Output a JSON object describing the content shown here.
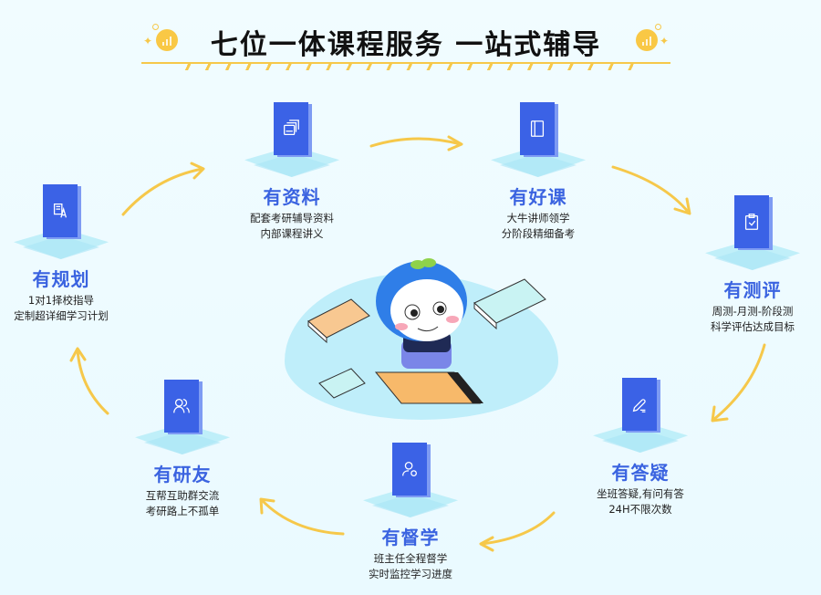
{
  "header": {
    "title": "七位一体课程服务 一站式辅导",
    "accent_color": "#f6c84a"
  },
  "nodes": [
    {
      "id": "plan",
      "title": "有规划",
      "lines": [
        "1对1择校指导",
        "定制超详细学习计划"
      ],
      "icon": "document-edit-icon"
    },
    {
      "id": "material",
      "title": "有资料",
      "lines": [
        "配套考研辅导资料",
        "内部课程讲义"
      ],
      "icon": "stacked-pages-icon"
    },
    {
      "id": "course",
      "title": "有好课",
      "lines": [
        "大牛讲师领学",
        "分阶段精细备考"
      ],
      "icon": "book-icon"
    },
    {
      "id": "test",
      "title": "有测评",
      "lines": [
        "周测-月测-阶段测",
        "科学评估达成目标"
      ],
      "icon": "clipboard-check-icon"
    },
    {
      "id": "qa",
      "title": "有答疑",
      "lines": [
        "坐班答疑,有问有答",
        "24H不限次数"
      ],
      "icon": "pen-icon"
    },
    {
      "id": "supervise",
      "title": "有督学",
      "lines": [
        "班主任全程督学",
        "实时监控学习进度"
      ],
      "icon": "user-clock-icon"
    },
    {
      "id": "peers",
      "title": "有研友",
      "lines": [
        "互帮互助群交流",
        "考研路上不孤单"
      ],
      "icon": "users-icon"
    }
  ],
  "colors": {
    "node_title": "#3a63e0",
    "card": "#3b62e6",
    "arrow": "#f6c84a",
    "blob": "#bfeefa"
  },
  "center": {
    "illustration": "mascot-on-flying-book"
  }
}
